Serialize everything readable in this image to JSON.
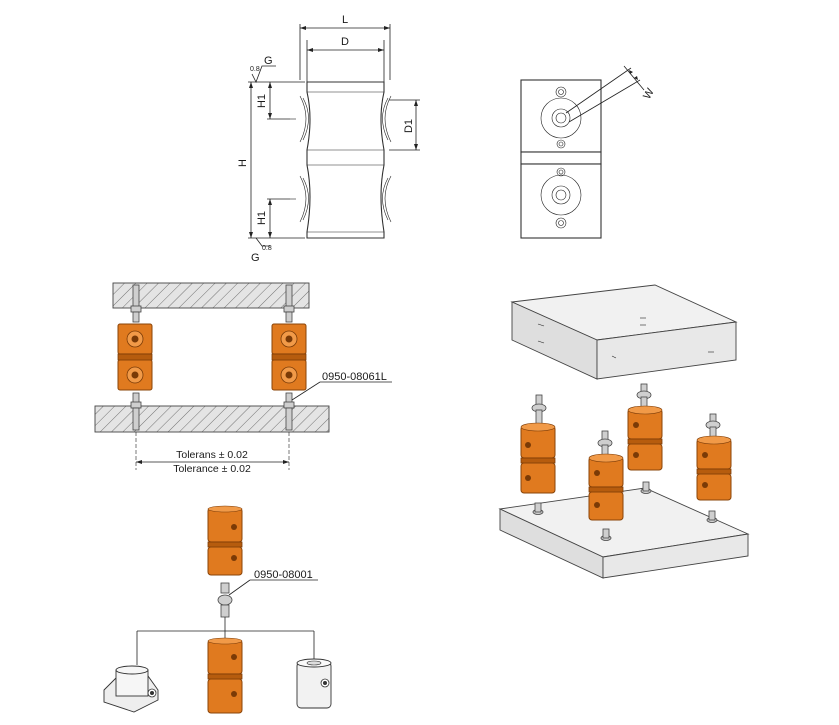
{
  "dimensions": {
    "L": "L",
    "D": "D",
    "H": "H",
    "H1_top": "H1",
    "H1_bottom": "H1",
    "D1": "D1",
    "W": "W",
    "G_top": "G",
    "G_bottom": "G",
    "roughness_top": "0.8",
    "roughness_bottom": "0.8"
  },
  "callouts": {
    "pin_top": "0950-08061L",
    "pin_bottom": "0950-08001"
  },
  "tolerance": {
    "swedish": "Tolerans ± 0.02",
    "english": "Tolerance ± 0.02"
  },
  "colors": {
    "orange": "#e07a1f",
    "gray": "#e7e7e7",
    "line": "#222222"
  }
}
